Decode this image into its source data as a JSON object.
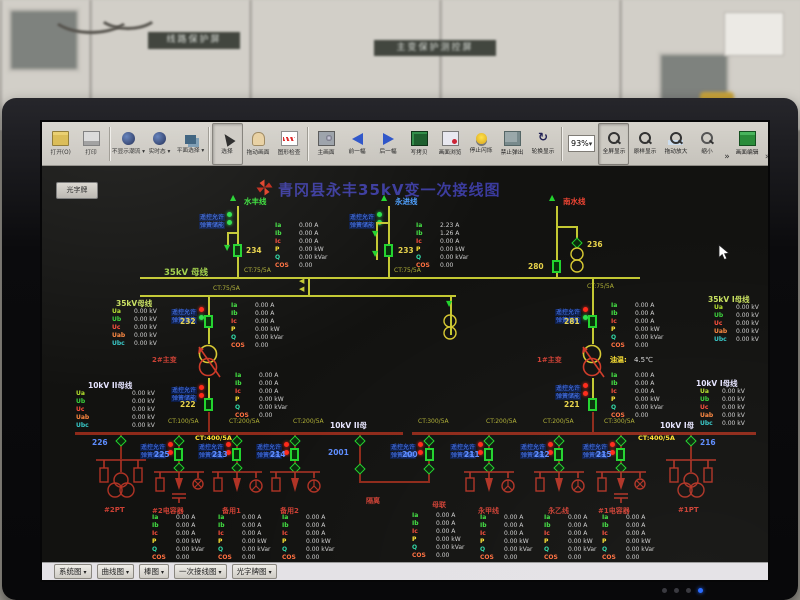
{
  "photo": {
    "sign_left": "线路保护屏",
    "sign_center": "主变保护测控屏"
  },
  "title": {
    "text": "青冈县永丰35kV变一次接线图"
  },
  "labels": {
    "guangzipai": "光字牌",
    "bus35": "35kV 母线",
    "v35L_h": "35kV母线",
    "v35R_h": "35kV I母线",
    "v10L_h": "10kV II母线",
    "v10R_h": "10kV I母线",
    "tag10L": "10kV II母",
    "tag10R": "10kV I母",
    "t2": "2#主变",
    "t1": "1#主变",
    "oil_label": "油温:",
    "oil_value": "4.5℃",
    "tie_disc": "隔离",
    "tie_brk": "母联"
  },
  "feeders": {
    "shuifeng": "水丰线",
    "yongjin": "永进线",
    "nanshui": "南水线",
    "pt2": "#2PT",
    "cap2": "#2电容器",
    "spare1": "备用1",
    "spare2": "备用2",
    "yongjia": "永甲线",
    "yongyi": "永乙线",
    "cap1": "#1电容器",
    "pt1": "#1PT"
  },
  "numbers": {
    "n234": "234",
    "n233": "233",
    "n280": "280",
    "n236": "236",
    "n232": "232",
    "n281": "281",
    "n222": "222",
    "n221": "221",
    "n226": "226",
    "n225": "225",
    "n213": "213",
    "n214": "214",
    "n2001": "2001",
    "n200": "200",
    "n211": "211",
    "n212": "212",
    "n215": "215",
    "n216": "216"
  },
  "cts": {
    "c234": "CT:75/5A",
    "c233": "CT:75/5A",
    "c232": "CT:75/5A",
    "c281": "CT:75/5A",
    "r1": "CT:100/5A",
    "r2": "CT:200/5A",
    "r3": "CT:200/5A",
    "r4": "CT:300/5A",
    "r5": "CT:200/5A",
    "r6": "CT:200/5A",
    "r7": "CT:300/5A",
    "cap2": "CT:400/5A",
    "cap1": "CT:400/5A"
  },
  "indicators": {
    "labels": [
      "遥控允许",
      "弹簧储能"
    ],
    "sets": {
      "shuifeng": [
        "g",
        "g"
      ],
      "yongjin": [
        "g",
        "g"
      ],
      "t2hv": [
        "r",
        "g"
      ],
      "t2lv": [
        "r",
        "r"
      ],
      "t1hv": [
        "r",
        "g"
      ],
      "t1lv": [
        "r",
        "r"
      ],
      "cap2": [
        "r",
        "r"
      ],
      "spare1": [
        "r",
        "r"
      ],
      "spare2": [
        "r",
        "r"
      ],
      "tie": [
        "r",
        "r"
      ],
      "yongjia": [
        "r",
        "r"
      ],
      "yongyi": [
        "r",
        "r"
      ],
      "cap1": [
        "r",
        "r"
      ]
    }
  },
  "voltage_blocks": {
    "v35L": {
      "rows": [
        [
          "Ua",
          "0.00 kV"
        ],
        [
          "Ub",
          "0.00 kV"
        ],
        [
          "Uc",
          "0.00 kV"
        ],
        [
          "Uab",
          "0.00 kV"
        ],
        [
          "Ubc",
          "0.00 kV"
        ]
      ]
    },
    "v35R": {
      "rows": [
        [
          "Ua",
          "0.00 kV"
        ],
        [
          "Ub",
          "0.00 kV"
        ],
        [
          "Uc",
          "0.00 kV"
        ],
        [
          "Uab",
          "0.00 kV"
        ],
        [
          "Ubc",
          "0.00 kV"
        ]
      ]
    },
    "v10L": {
      "rows": [
        [
          "Ua",
          "0.00 kV"
        ],
        [
          "Ub",
          "0.00 kV"
        ],
        [
          "Uc",
          "0.00 kV"
        ],
        [
          "Uab",
          "0.00 kV"
        ],
        [
          "Ubc",
          "0.00 kV"
        ]
      ]
    },
    "v10R": {
      "rows": [
        [
          "Ua",
          "0.00 kV"
        ],
        [
          "Ub",
          "0.00 kV"
        ],
        [
          "Uc",
          "0.00 kV"
        ],
        [
          "Uab",
          "0.00 kV"
        ],
        [
          "Ubc",
          "0.00 kV"
        ]
      ]
    }
  },
  "measurements": {
    "shuifeng": {
      "rows": [
        [
          "Ia",
          "0.00 A"
        ],
        [
          "Ib",
          "0.00 A"
        ],
        [
          "Ic",
          "0.00 A"
        ],
        [
          "P",
          "0.00 kW"
        ],
        [
          "Q",
          "0.00 kVar"
        ],
        [
          "COS",
          "0.00"
        ]
      ]
    },
    "yongjin": {
      "rows": [
        [
          "Ia",
          "2.23 A"
        ],
        [
          "Ib",
          "1.26 A"
        ],
        [
          "Ic",
          "0.00 A"
        ],
        [
          "P",
          "0.00 kW"
        ],
        [
          "Q",
          "0.00 kVar"
        ],
        [
          "COS",
          "0.00"
        ]
      ]
    },
    "t2hv": {
      "rows": [
        [
          "Ia",
          "0.00 A"
        ],
        [
          "Ib",
          "0.00 A"
        ],
        [
          "Ic",
          "0.00 A"
        ],
        [
          "P",
          "0.00 kW"
        ],
        [
          "Q",
          "0.00 kVar"
        ],
        [
          "COS",
          "0.00"
        ]
      ]
    },
    "t2lv": {
      "rows": [
        [
          "Ia",
          "0.00 A"
        ],
        [
          "Ib",
          "0.00 A"
        ],
        [
          "Ic",
          "0.00 A"
        ],
        [
          "P",
          "0.00 kW"
        ],
        [
          "Q",
          "0.00 kVar"
        ],
        [
          "COS",
          "0.00"
        ]
      ]
    },
    "t1hv": {
      "rows": [
        [
          "Ia",
          "0.00 A"
        ],
        [
          "Ib",
          "0.00 A"
        ],
        [
          "Ic",
          "0.00 A"
        ],
        [
          "P",
          "0.00 kW"
        ],
        [
          "Q",
          "0.00 kVar"
        ],
        [
          "COS",
          "0.00"
        ]
      ]
    },
    "t1lv": {
      "rows": [
        [
          "Ia",
          "0.00 A"
        ],
        [
          "Ib",
          "0.00 A"
        ],
        [
          "Ic",
          "0.00 A"
        ],
        [
          "P",
          "0.00 kW"
        ],
        [
          "Q",
          "0.00 kVar"
        ],
        [
          "COS",
          "0.00"
        ]
      ]
    },
    "cap2": {
      "rows": [
        [
          "Ia",
          "0.00 A"
        ],
        [
          "Ib",
          "0.00 A"
        ],
        [
          "Ic",
          "0.00 A"
        ],
        [
          "P",
          "0.00 kW"
        ],
        [
          "Q",
          "0.00 kVar"
        ],
        [
          "COS",
          "0.00"
        ]
      ]
    },
    "spare1": {
      "rows": [
        [
          "Ia",
          "0.00 A"
        ],
        [
          "Ib",
          "0.00 A"
        ],
        [
          "Ic",
          "0.00 A"
        ],
        [
          "P",
          "0.00 kW"
        ],
        [
          "Q",
          "0.00 kVar"
        ],
        [
          "COS",
          "0.00"
        ]
      ]
    },
    "spare2": {
      "rows": [
        [
          "Ia",
          "0.00 A"
        ],
        [
          "Ib",
          "0.00 A"
        ],
        [
          "Ic",
          "0.00 A"
        ],
        [
          "P",
          "0.00 kW"
        ],
        [
          "Q",
          "0.00 kVar"
        ],
        [
          "COS",
          "0.00"
        ]
      ]
    },
    "tie": {
      "rows": [
        [
          "Ia",
          "0.00 A"
        ],
        [
          "Ib",
          "0.00 A"
        ],
        [
          "Ic",
          "0.00 A"
        ],
        [
          "P",
          "0.00 kW"
        ],
        [
          "Q",
          "0.00 kVar"
        ],
        [
          "COS",
          "0.00"
        ]
      ]
    },
    "yongjia": {
      "rows": [
        [
          "Ia",
          "0.00 A"
        ],
        [
          "Ib",
          "0.00 A"
        ],
        [
          "Ic",
          "0.00 A"
        ],
        [
          "P",
          "0.00 kW"
        ],
        [
          "Q",
          "0.00 kVar"
        ],
        [
          "COS",
          "0.00"
        ]
      ]
    },
    "yongyi": {
      "rows": [
        [
          "Ia",
          "0.00 A"
        ],
        [
          "Ib",
          "0.00 A"
        ],
        [
          "Ic",
          "0.00 A"
        ],
        [
          "P",
          "0.00 kW"
        ],
        [
          "Q",
          "0.00 kVar"
        ],
        [
          "COS",
          "0.00"
        ]
      ]
    },
    "cap1": {
      "rows": [
        [
          "Ia",
          "0.00 A"
        ],
        [
          "Ib",
          "0.00 A"
        ],
        [
          "Ic",
          "0.00 A"
        ],
        [
          "P",
          "0.00 kW"
        ],
        [
          "Q",
          "0.00 kVar"
        ],
        [
          "COS",
          "0.00"
        ]
      ]
    }
  },
  "toolbar": {
    "items": [
      {
        "t": "btn",
        "name": "open-button",
        "icon": "open-icon",
        "label": "打开(O)"
      },
      {
        "t": "btn",
        "name": "print-button",
        "icon": "printer-icon",
        "label": "打印"
      },
      {
        "t": "sep"
      },
      {
        "t": "btn",
        "name": "power-flow-toggle-button",
        "icon": "globe-icon",
        "label": "不显示潮流",
        "dd": true
      },
      {
        "t": "btn",
        "name": "realtime-mode-button",
        "icon": "globe-icon",
        "label": "实时态",
        "dd": true
      },
      {
        "t": "btn",
        "name": "plane-select-button",
        "icon": "layers-icon",
        "label": "平面选择",
        "dd": true
      },
      {
        "t": "sep"
      },
      {
        "t": "btn",
        "name": "select-tool-button",
        "icon": "cursor-icon",
        "label": "选择",
        "pressed": true
      },
      {
        "t": "btn",
        "name": "pan-tool-button",
        "icon": "hand-icon",
        "label": "拖动画面"
      },
      {
        "t": "btn",
        "name": "graphic-check-button",
        "icon": "chart-icon",
        "label": "图形检查"
      },
      {
        "t": "sep"
      },
      {
        "t": "btn",
        "name": "main-screen-button",
        "icon": "projector-icon",
        "label": "主画面"
      },
      {
        "t": "btn",
        "name": "prev-screen-button",
        "icon": "arrow-left-icon",
        "label": "前一幅"
      },
      {
        "t": "btn",
        "name": "next-screen-button",
        "icon": "arrow-right-icon",
        "label": "后一幅"
      },
      {
        "t": "btn",
        "name": "copy-screen-button",
        "icon": "copy-icon",
        "label": "写拷贝"
      },
      {
        "t": "btn",
        "name": "screen-browse-button",
        "icon": "browse-icon",
        "label": "画面浏览"
      },
      {
        "t": "btn",
        "name": "stop-blink-button",
        "icon": "bulb-icon",
        "label": "停止闪烁"
      },
      {
        "t": "btn",
        "name": "block-popup-button",
        "icon": "cube-icon",
        "label": "禁止弹出"
      },
      {
        "t": "btn",
        "name": "rotate-display-button",
        "icon": "cycle-icon",
        "label": "轮换显示"
      },
      {
        "t": "sep"
      },
      {
        "t": "combo",
        "name": "zoom-level-combo",
        "value": "93%"
      },
      {
        "t": "btn",
        "name": "fullscreen-button",
        "icon": "magnifier-icon",
        "label": "全屏显示",
        "pressed": true
      },
      {
        "t": "btn",
        "name": "original-view-button",
        "icon": "magnifier-icon",
        "label": "原样显示"
      },
      {
        "t": "btn",
        "name": "drag-zoom-button",
        "icon": "magnifier-plus-icon",
        "label": "拖动放大"
      },
      {
        "t": "btn",
        "name": "zoom-out-button",
        "icon": "magnifier-minus-icon",
        "label": "缩小"
      },
      {
        "t": "chev"
      },
      {
        "t": "btn",
        "name": "screen-edit-button",
        "icon": "edit-icon",
        "label": "画面编辑"
      },
      {
        "t": "chev"
      }
    ]
  },
  "bottom_tabs": [
    {
      "name": "tab-system-diagram",
      "label": "系统图"
    },
    {
      "name": "tab-curve-diagram",
      "label": "曲线图"
    },
    {
      "name": "tab-bar-diagram",
      "label": "棒图"
    },
    {
      "name": "tab-primary-wiring-diagram",
      "label": "一次接线图"
    },
    {
      "name": "tab-annunciator-diagram",
      "label": "光字牌图"
    }
  ]
}
